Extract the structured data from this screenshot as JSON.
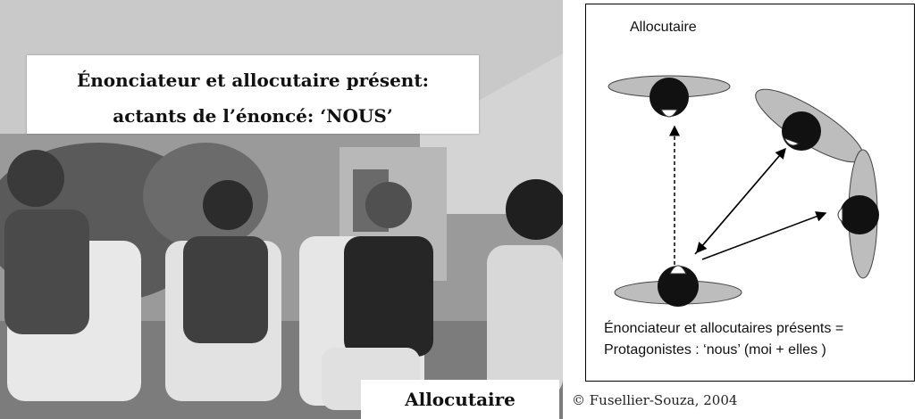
{
  "photo": {
    "caption_line1": "Énonciateur et allocutaire présent:",
    "caption_line2": "actants de l’énoncé: ‘NOUS’",
    "bottom_label": "Allocutaire"
  },
  "diagram": {
    "title": "Allocutaire",
    "bottom_line1": "Énonciateur et allocutaires présents =",
    "bottom_line2": "Protagonistes :  ‘nous’ (moi + elles )"
  },
  "credit": "© Fusellier-Souza, 2004"
}
